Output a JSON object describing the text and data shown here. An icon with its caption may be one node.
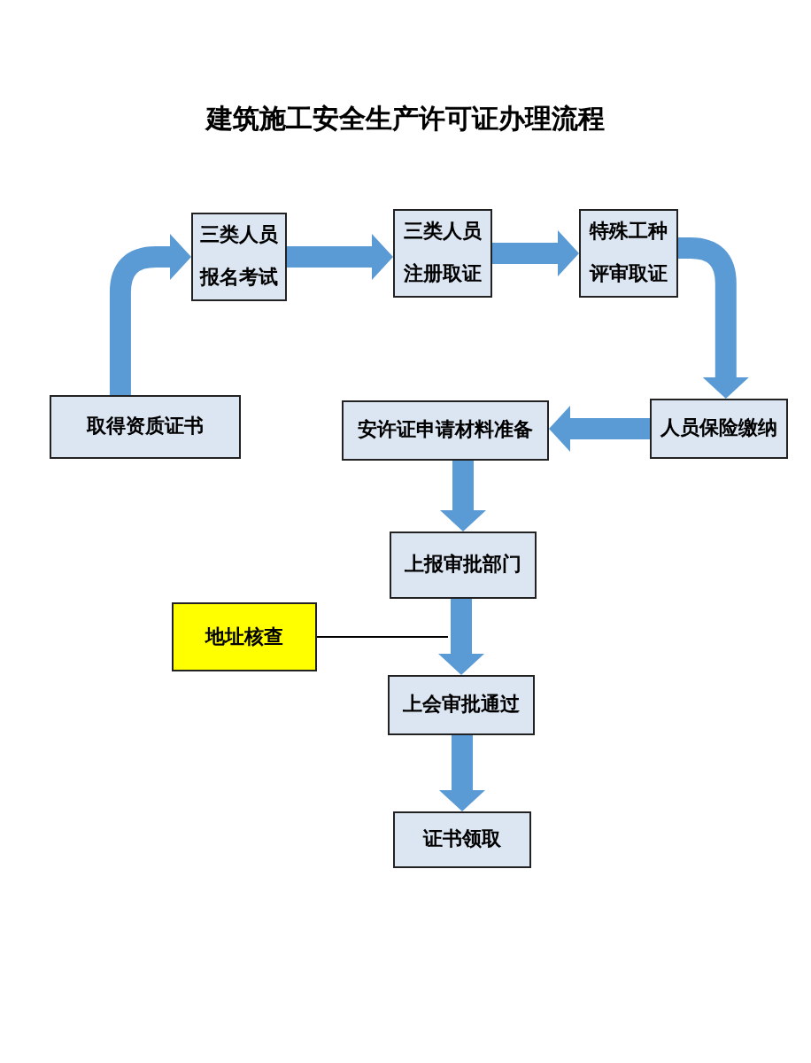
{
  "diagram": {
    "title": "建筑施工安全生产许可证办理流程",
    "nodes": [
      {
        "text": [
          "三类人员报名考试"
        ]
      },
      {
        "text": [
          "三类人员注册取证"
        ]
      },
      {
        "text": [
          "特殊工种评审取证"
        ]
      },
      {
        "text": [
          "取得资质证书"
        ]
      },
      {
        "text": [
          "安许证申请材料准备"
        ]
      },
      {
        "text": [
          "人员保险缴纳"
        ]
      },
      {
        "text": [
          "上报审批部门"
        ]
      },
      {
        "text": [
          "地址核查"
        ]
      },
      {
        "text": [
          "上会审批通过"
        ]
      },
      {
        "text": [
          "证书领取"
        ]
      }
    ],
    "edges": [
      {
        "from": 3,
        "to": 0,
        "arrow": "to"
      },
      {
        "from": 0,
        "to": 1,
        "arrow": "to"
      },
      {
        "from": 1,
        "to": 2,
        "arrow": "to"
      },
      {
        "from": 2,
        "to": 5,
        "arrow": "to"
      },
      {
        "from": 5,
        "to": 4,
        "arrow": "to"
      },
      {
        "from": 4,
        "to": 6,
        "arrow": "to"
      },
      {
        "from": 6,
        "to": 8,
        "arrow": "to"
      },
      {
        "from": 8,
        "to": 9,
        "arrow": "to"
      },
      {
        "from": 7,
        "to": null,
        "arrow": "none",
        "color": "#000000"
      }
    ]
  }
}
